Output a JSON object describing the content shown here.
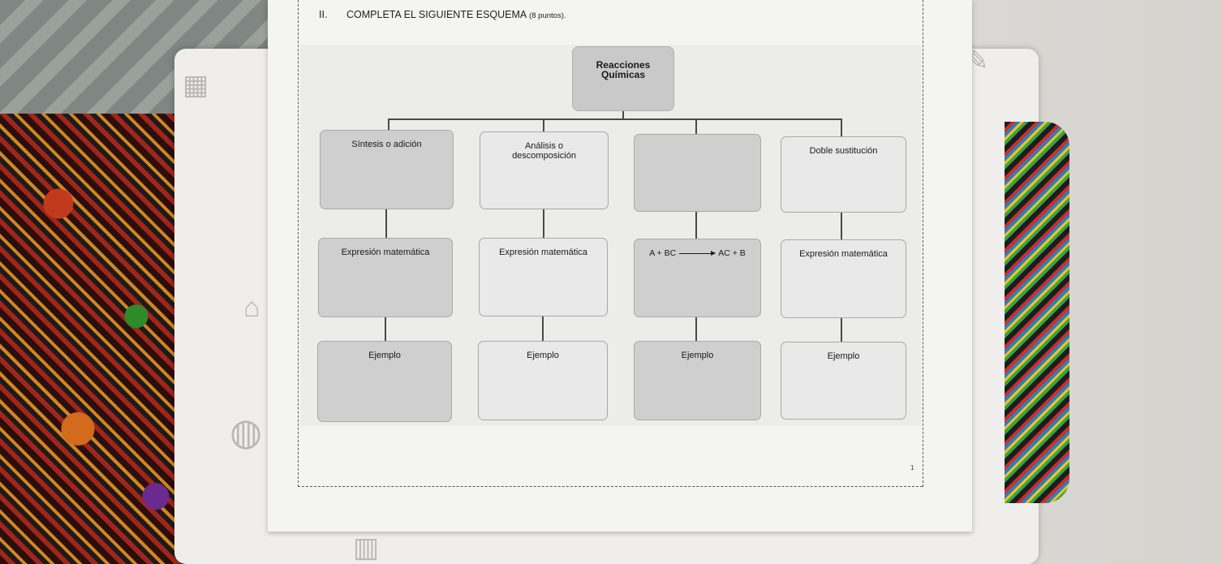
{
  "instruction": {
    "number": "II.",
    "text": "COMPLETA EL SIGUIENTE ESQUEMA",
    "points": "(8 puntos)."
  },
  "root": {
    "line1": "Reacciones",
    "line2": "Químicas"
  },
  "types": [
    {
      "label": "Síntesis o adición",
      "line2": ""
    },
    {
      "label": "Análisis o",
      "line2": "descomposición"
    },
    {
      "label": "",
      "line2": ""
    },
    {
      "label": "Doble sustitución",
      "line2": ""
    }
  ],
  "expressions": [
    {
      "label": "Expresión matemática"
    },
    {
      "label": "Expresión matemática"
    },
    {
      "formula_left": "A + BC",
      "formula_right": "AC + B"
    },
    {
      "label": "Expresión matemática"
    }
  ],
  "examples": [
    {
      "label": "Ejemplo"
    },
    {
      "label": "Ejemplo"
    },
    {
      "label": "Ejemplo"
    },
    {
      "label": "Ejemplo"
    }
  ],
  "page_number": "1"
}
